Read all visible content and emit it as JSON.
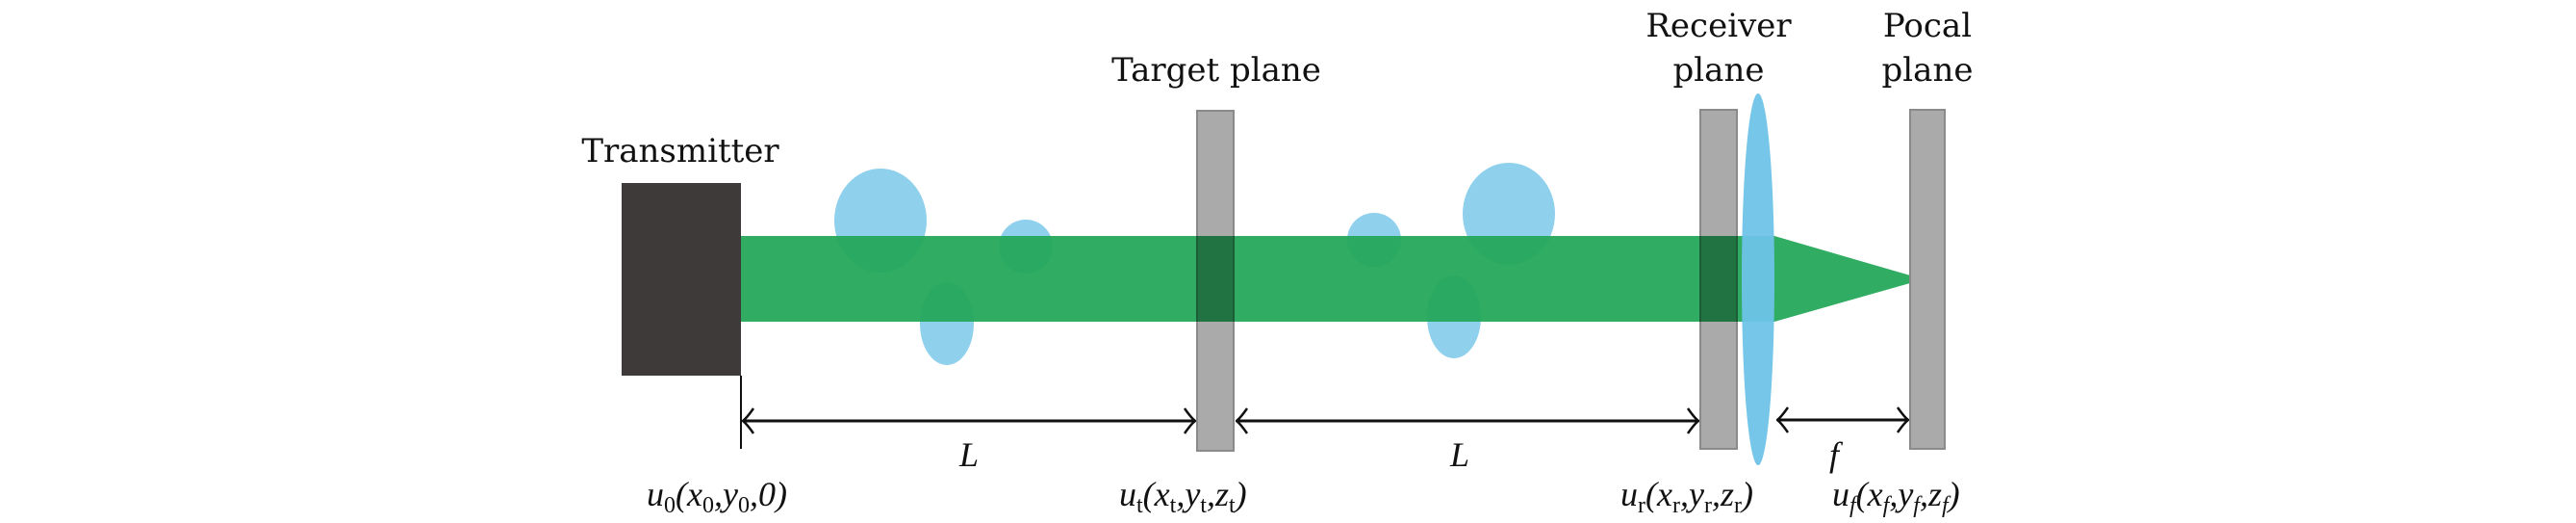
{
  "labels": {
    "transmitter": "Transmitter",
    "target_plane": "Target plane",
    "receiver_line1": "Receiver",
    "receiver_line2": "plane",
    "focal_line1": "Pocal",
    "focal_line2": "plane",
    "distance_1": "L",
    "distance_2": "L",
    "focal_length": "f"
  },
  "fields": {
    "u0": [
      "u",
      "0",
      "(x",
      "0",
      ",y",
      "0",
      ",0)"
    ],
    "ut": [
      "u",
      "t",
      "(x",
      "t",
      ",y",
      "t",
      ",z",
      "t",
      ")"
    ],
    "ur": [
      "u",
      "r",
      "(x",
      "r",
      ",y",
      "r",
      ",z",
      "r",
      ")"
    ],
    "uf": [
      "u",
      "f",
      "(x",
      "f",
      ",y",
      "f",
      ",z",
      "f",
      ")"
    ]
  },
  "colors": {
    "beam": "#21a657",
    "droplet": "#8fd0ed",
    "lens": "#6ec3e8",
    "plane": "#aaaaaa",
    "transmitter": "#3e3a39"
  }
}
